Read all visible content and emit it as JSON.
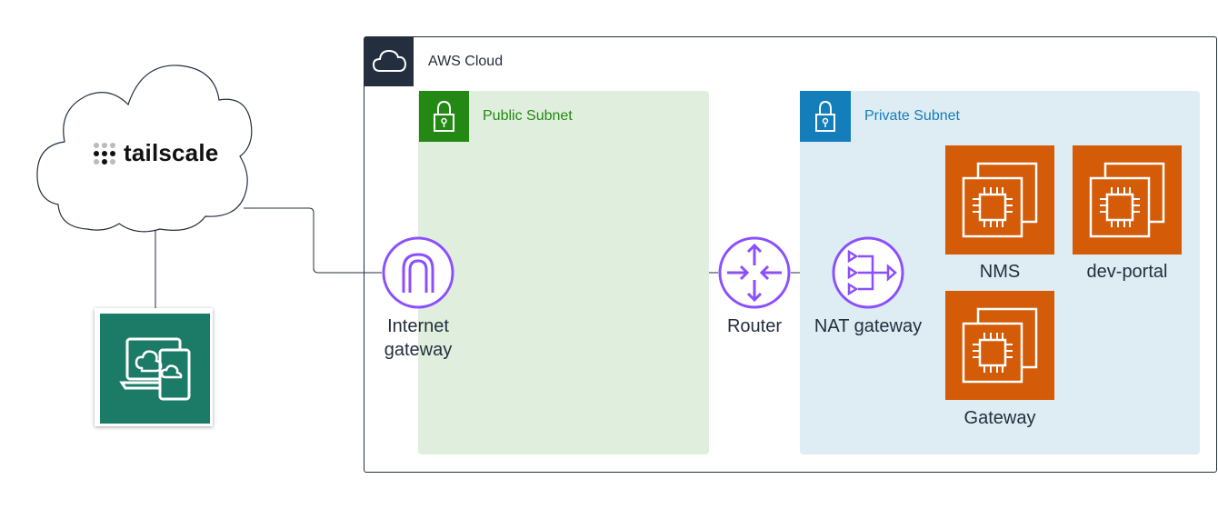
{
  "aws_cloud": {
    "label": "AWS Cloud",
    "icon": "cloud-icon"
  },
  "public_subnet": {
    "label": "Public Subnet",
    "icon": "lock-icon",
    "color": "#248814"
  },
  "private_subnet": {
    "label": "Private Subnet",
    "icon": "lock-icon",
    "color": "#147eba"
  },
  "tailscale": {
    "brand": "tailscale",
    "icon": "tailscale-logo-icon"
  },
  "client": {
    "icon": "client-vpn-icon",
    "color": "#1b7b67"
  },
  "nodes": {
    "internet_gateway": {
      "label_line1": "Internet",
      "label_line2": "gateway",
      "icon": "internet-gateway-icon"
    },
    "router": {
      "label": "Router",
      "icon": "router-icon"
    },
    "nat_gateway": {
      "label": "NAT gateway",
      "icon": "nat-gateway-icon"
    },
    "nms": {
      "label": "NMS",
      "icon": "ec2-instance-icon"
    },
    "dev_portal": {
      "label": "dev-portal",
      "icon": "ec2-instance-icon"
    },
    "gateway": {
      "label": "Gateway",
      "icon": "ec2-instance-icon"
    }
  },
  "colors": {
    "vpc_purple": "#8c4fff",
    "ec2_orange": "#d45b07",
    "aws_dark": "#232f3e"
  }
}
